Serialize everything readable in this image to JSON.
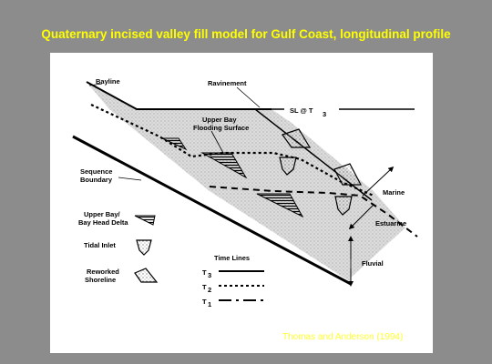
{
  "title": "Quaternary incised valley fill model for Gulf Coast, longitudinal profile",
  "credit": "Thomas and Anderson (1994)",
  "labels": {
    "bayline": "Bayline",
    "ravinement": "Ravinement",
    "sl": "SL @ T",
    "sl_sub": "3",
    "upper_bay_flooding_1": "Upper Bay",
    "upper_bay_flooding_2": "Flooding Surface",
    "sequence_1": "Sequence",
    "sequence_2": "Boundary",
    "marine": "Marine",
    "estuarine": "Estuarine",
    "fluvial": "Fluvial"
  },
  "legend": {
    "delta_1": "Upper Bay/",
    "delta_2": "Bay Head Delta",
    "tidal_inlet": "Tidal Inlet",
    "reworked_1": "Reworked",
    "reworked_2": "Shoreline",
    "time_lines": "Time Lines",
    "t3": "T",
    "t3_sub": "3",
    "t2": "T",
    "t2_sub": "2",
    "t1": "T",
    "t1_sub": "1"
  }
}
